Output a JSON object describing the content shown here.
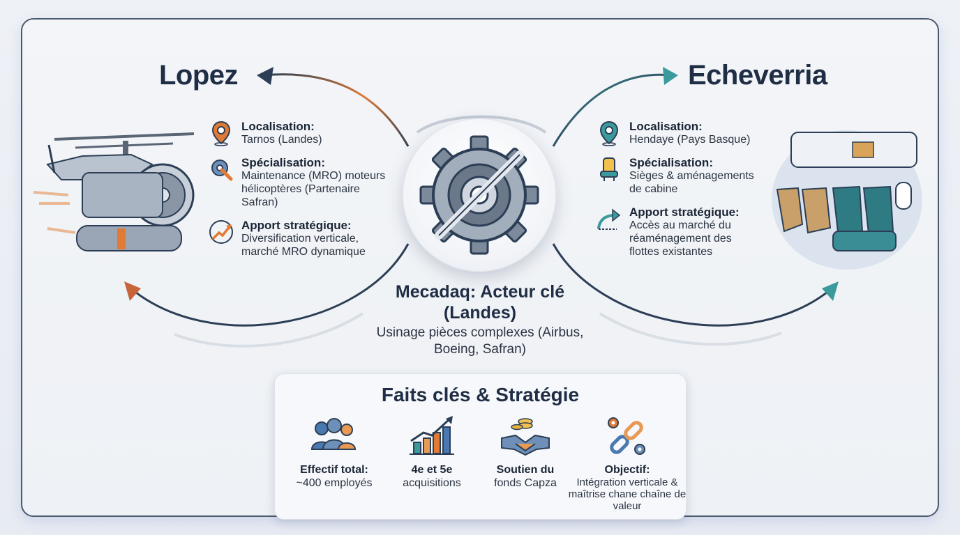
{
  "left": {
    "title": "Lopez",
    "items": [
      {
        "icon": "location-pin-icon",
        "label": "Localisation:",
        "text": "Tarnos (Landes)"
      },
      {
        "icon": "gear-wrench-icon",
        "label": "Spécialisation:",
        "text": "Maintenance (MRO) moteurs hélicoptères (Partenaire Safran)"
      },
      {
        "icon": "growth-arrow-icon",
        "label": "Apport stratégique:",
        "text": "Diversification verticale, marché MRO dynamique"
      }
    ]
  },
  "right": {
    "title": "Echeverria",
    "items": [
      {
        "icon": "location-pin-icon",
        "label": "Localisation:",
        "text": "Hendaye (Pays Basque)"
      },
      {
        "icon": "seat-icon",
        "label": "Spécialisation:",
        "text": "Sièges & aménagements de cabine"
      },
      {
        "icon": "forward-arrow-icon",
        "label": "Apport stratégique:",
        "text": "Accès au marché du réaménagement des flottes existantes"
      }
    ]
  },
  "hub": {
    "title": "Mecadaq: Acteur clé (Landes)",
    "subtitle": "Usinage pièces complexes (Airbus, Boeing, Safran)"
  },
  "facts": {
    "title": "Faits clés & Stratégie",
    "items": [
      {
        "icon": "people-icon",
        "label": "Effectif total:",
        "text": "~400 employés"
      },
      {
        "icon": "bar-growth-icon",
        "label": "4e et 5e",
        "text": "acquisitions"
      },
      {
        "icon": "handshake-icon",
        "label": "Soutien du",
        "text": "fonds Capza"
      },
      {
        "icon": "chain-gear-icon",
        "label": "Objectif:",
        "text": "Intégration verticale & maîtrise chane chaîne de valeur"
      }
    ]
  },
  "colors": {
    "orange": "#e07a35",
    "teal": "#3a9a9c",
    "navy": "#1f2d45"
  }
}
